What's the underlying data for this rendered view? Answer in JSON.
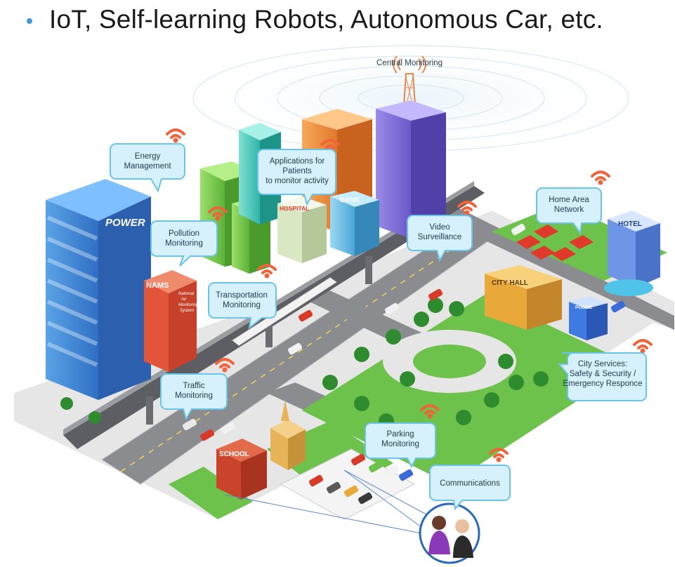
{
  "slide": {
    "bullet_text": "IoT, Self-learning Robots, Autonomous Car, etc."
  },
  "scene": {
    "central_tower_label": "Central Monitoring",
    "callouts": [
      {
        "id": "energy",
        "lines": [
          "Energy",
          "Management"
        ]
      },
      {
        "id": "patients",
        "lines": [
          "Applications for",
          "Patients",
          "to monitor activity"
        ]
      },
      {
        "id": "pollution",
        "lines": [
          "Pollution",
          "Monitoring"
        ]
      },
      {
        "id": "transport",
        "lines": [
          "Transportation",
          "Monitoring"
        ]
      },
      {
        "id": "video",
        "lines": [
          "Video",
          "Surveillance"
        ]
      },
      {
        "id": "home",
        "lines": [
          "Home Area",
          "Network"
        ]
      },
      {
        "id": "traffic",
        "lines": [
          "Traffic",
          "Monitoring"
        ]
      },
      {
        "id": "parking",
        "lines": [
          "Parking",
          "Monitoring"
        ]
      },
      {
        "id": "city_services",
        "lines": [
          "City Services:",
          "Safety & Security /",
          "Emergency Responce"
        ]
      },
      {
        "id": "communications",
        "lines": [
          "Communications"
        ]
      }
    ],
    "building_signs": {
      "power": "POWER",
      "nams": "NAMS",
      "nams_sub": [
        "National",
        "Air",
        "Monitoring",
        "System"
      ],
      "hospital": "HOSPITAL",
      "bank": "BANK",
      "city_hall": "CITY HALL",
      "police": "POLICE",
      "hotel": "HOTEL",
      "school": "SCHOOL"
    },
    "colors": {
      "bullet": "#3f97d7",
      "bubble_fill": "#d6f1fb",
      "bubble_stroke": "#6cc3e8",
      "wifi": "#f0643c",
      "grass": "#6cc24a",
      "road": "#8a8c90"
    }
  }
}
